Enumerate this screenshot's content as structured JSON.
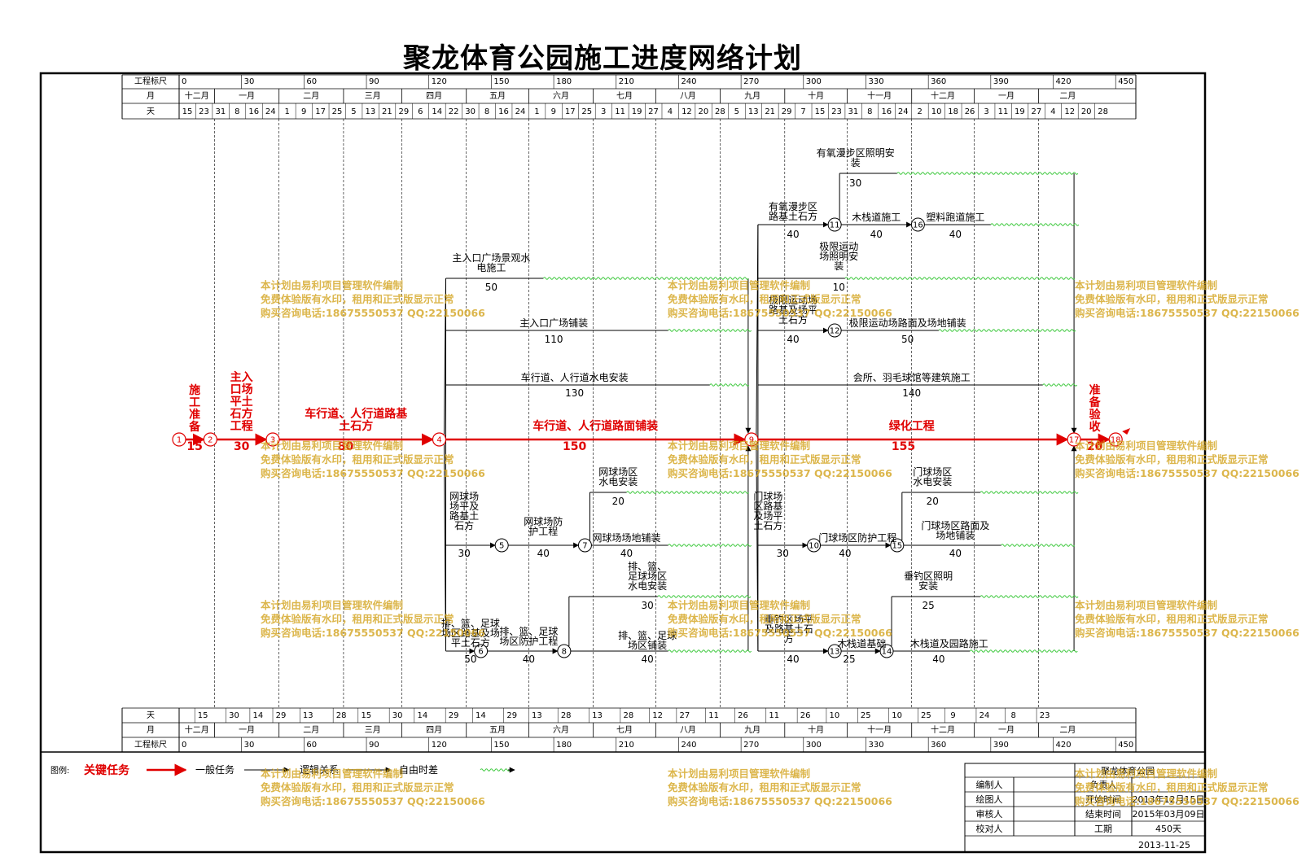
{
  "title": "聚龙体育公园施工进度网络计划",
  "header": {
    "scale_label": "工程标尺",
    "month_label": "月",
    "day_label": "天",
    "scale_ticks": [
      [
        "0",
        0
      ],
      [
        "30",
        30
      ],
      [
        "60",
        60
      ],
      [
        "90",
        90
      ],
      [
        "120",
        120
      ],
      [
        "150",
        150
      ],
      [
        "180",
        180
      ],
      [
        "210",
        210
      ],
      [
        "240",
        240
      ],
      [
        "270",
        270
      ],
      [
        "300",
        300
      ],
      [
        "330",
        330
      ],
      [
        "360",
        360
      ],
      [
        "390",
        390
      ],
      [
        "420",
        420
      ],
      [
        "450",
        450
      ]
    ],
    "months": [
      [
        "十二月",
        0,
        17
      ],
      [
        "一月",
        17,
        48
      ],
      [
        "二月",
        48,
        79
      ],
      [
        "三月",
        79,
        107
      ],
      [
        "四月",
        107,
        138
      ],
      [
        "五月",
        138,
        168
      ],
      [
        "六月",
        168,
        199
      ],
      [
        "七月",
        199,
        229
      ],
      [
        "八月",
        229,
        260
      ],
      [
        "九月",
        260,
        291
      ],
      [
        "十月",
        291,
        321
      ],
      [
        "十一月",
        321,
        352
      ],
      [
        "十二月",
        352,
        382
      ],
      [
        "一月",
        382,
        413
      ],
      [
        "二月",
        413,
        441
      ]
    ],
    "top_days": [
      [
        "15",
        0
      ],
      [
        "23",
        8
      ],
      [
        "31",
        16
      ],
      [
        "8",
        24
      ],
      [
        "16",
        32
      ],
      [
        "24",
        40
      ],
      [
        "1",
        48
      ],
      [
        "9",
        56
      ],
      [
        "17",
        64
      ],
      [
        "25",
        72
      ],
      [
        "5",
        80
      ],
      [
        "13",
        88
      ],
      [
        "21",
        96
      ],
      [
        "29",
        104
      ],
      [
        "6",
        112
      ],
      [
        "14",
        120
      ],
      [
        "22",
        128
      ],
      [
        "30",
        136
      ],
      [
        "8",
        144
      ],
      [
        "16",
        152
      ],
      [
        "24",
        160
      ],
      [
        "1",
        168
      ],
      [
        "9",
        176
      ],
      [
        "17",
        184
      ],
      [
        "25",
        192
      ],
      [
        "3",
        200
      ],
      [
        "11",
        208
      ],
      [
        "19",
        216
      ],
      [
        "27",
        224
      ],
      [
        "4",
        232
      ],
      [
        "12",
        240
      ],
      [
        "20",
        248
      ],
      [
        "28",
        256
      ],
      [
        "5",
        264
      ],
      [
        "13",
        272
      ],
      [
        "21",
        280
      ],
      [
        "29",
        288
      ],
      [
        "7",
        296
      ],
      [
        "15",
        304
      ],
      [
        "23",
        312
      ],
      [
        "31",
        320
      ],
      [
        "8",
        328
      ],
      [
        "16",
        336
      ],
      [
        "24",
        344
      ],
      [
        "2",
        352
      ],
      [
        "10",
        360
      ],
      [
        "18",
        368
      ],
      [
        "26",
        376
      ],
      [
        "3",
        384
      ],
      [
        "11",
        392
      ],
      [
        "19",
        400
      ],
      [
        "27",
        408
      ],
      [
        "4",
        416
      ],
      [
        "12",
        424
      ],
      [
        "20",
        432
      ],
      [
        "28",
        440
      ]
    ],
    "bottom_days": [
      [
        "15",
        7.5
      ],
      [
        "30",
        22.5
      ],
      [
        "14",
        34
      ],
      [
        "29",
        45
      ],
      [
        "13",
        58
      ],
      [
        "28",
        74
      ],
      [
        "15",
        86
      ],
      [
        "30",
        101
      ],
      [
        "14",
        113
      ],
      [
        "29",
        128
      ],
      [
        "14",
        141
      ],
      [
        "29",
        156
      ],
      [
        "13",
        168
      ],
      [
        "28",
        182
      ],
      [
        "13",
        197
      ],
      [
        "28",
        212
      ],
      [
        "12",
        226
      ],
      [
        "27",
        239
      ],
      [
        "11",
        253
      ],
      [
        "26",
        267
      ],
      [
        "11",
        282
      ],
      [
        "26",
        297
      ],
      [
        "10",
        311
      ],
      [
        "25",
        326
      ],
      [
        "10",
        341
      ],
      [
        "25",
        355
      ],
      [
        "9",
        368
      ],
      [
        "24",
        383
      ],
      [
        "8",
        397
      ],
      [
        "23",
        412
      ]
    ]
  },
  "diagram": {
    "nodes": [
      {
        "id": "1",
        "day": 0,
        "row": "crit"
      },
      {
        "id": "2",
        "day": 15,
        "row": "crit"
      },
      {
        "id": "3",
        "day": 45,
        "row": "crit"
      },
      {
        "id": "4",
        "day": 125,
        "row": "crit"
      },
      {
        "id": "9",
        "day": 275,
        "row": "crit"
      },
      {
        "id": "17",
        "day": 430,
        "row": "crit"
      },
      {
        "id": "18",
        "day": 450,
        "row": "crit"
      },
      {
        "id": "5",
        "day": 155,
        "row": "r1"
      },
      {
        "id": "7",
        "day": 195,
        "row": "r1"
      },
      {
        "id": "6",
        "day": 145,
        "row": "r2"
      },
      {
        "id": "8",
        "day": 185,
        "row": "r2"
      },
      {
        "id": "11",
        "day": 315,
        "row": "u1"
      },
      {
        "id": "16",
        "day": 355,
        "row": "u1"
      },
      {
        "id": "12",
        "day": 315,
        "row": "u2"
      },
      {
        "id": "10",
        "day": 305,
        "row": "r1"
      },
      {
        "id": "15",
        "day": 345,
        "row": "r1"
      },
      {
        "id": "13",
        "day": 315,
        "row": "r2"
      },
      {
        "id": "14",
        "day": 340,
        "row": "r2"
      }
    ],
    "critical": [
      {
        "from": 0,
        "to": 15,
        "name": "施工准备",
        "dur": "15"
      },
      {
        "from": 15,
        "to": 45,
        "name": "主入口场平土石方工程",
        "dur": "30"
      },
      {
        "from": 45,
        "to": 125,
        "name": "车行道、人行道路基土石方",
        "dur": "80"
      },
      {
        "from": 125,
        "to": 275,
        "name": "车行道、人行道路面铺装",
        "dur": "150"
      },
      {
        "from": 275,
        "to": 430,
        "name": "绿化工程",
        "dur": "155"
      },
      {
        "from": 430,
        "to": 450,
        "name": "准备验收",
        "dur": "20"
      }
    ],
    "tasks": [
      {
        "name": "主入口广场景观水电施工",
        "dur": "50"
      },
      {
        "name": "主入口广场铺装",
        "dur": "110"
      },
      {
        "name": "车行道、人行道水电安装",
        "dur": "130"
      },
      {
        "name": "网球场场平及路基土石方",
        "dur": "30"
      },
      {
        "name": "网球场防护工程",
        "dur": "40"
      },
      {
        "name": "网球场区水电安装",
        "dur": "20"
      },
      {
        "name": "网球场场地铺装",
        "dur": "40"
      },
      {
        "name": "排、篮、足球场区路基及场平土石方",
        "dur": "50"
      },
      {
        "name": "排、篮、足球场区防护工程",
        "dur": "40"
      },
      {
        "name": "排、篮、足球场区水电安装",
        "dur": "30"
      },
      {
        "name": "排、篮、足球场区铺装",
        "dur": "40"
      },
      {
        "name": "有氧漫步区照明安装",
        "dur": "30"
      },
      {
        "name": "有氧漫步区路基土石方",
        "dur": "40"
      },
      {
        "name": "木栈道施工",
        "dur": "40"
      },
      {
        "name": "塑料跑道施工",
        "dur": "40"
      },
      {
        "name": "极限运动场照明安装",
        "dur": "10"
      },
      {
        "name": "极限运动场路基及场平土石方",
        "dur": "40"
      },
      {
        "name": "极限运动场路面及场地铺装",
        "dur": "50"
      },
      {
        "name": "会所、羽毛球馆等建筑施工",
        "dur": "140"
      },
      {
        "name": "门球场区路基及场平土石方",
        "dur": "30"
      },
      {
        "name": "门球场区防护工程",
        "dur": "40"
      },
      {
        "name": "门球场区水电安装",
        "dur": "20"
      },
      {
        "name": "门球场区路面及场地铺装",
        "dur": "40"
      },
      {
        "name": "垂钓区场平及路基土石方",
        "dur": "40"
      },
      {
        "name": "木栈道基础",
        "dur": "25"
      },
      {
        "name": "垂钓区照明安装",
        "dur": "25"
      },
      {
        "name": "木栈道及园路施工",
        "dur": "40"
      }
    ]
  },
  "legend": {
    "label": "图例:",
    "critical": "关键任务",
    "general": "一般任务",
    "logic": "逻辑关系",
    "float": "自由时差"
  },
  "titleblock": {
    "project": "聚龙体育公园",
    "rows": [
      [
        "编制人",
        "负责人",
        ""
      ],
      [
        "绘图人",
        "开始时间",
        "2013年12月15日"
      ],
      [
        "审核人",
        "结束时间",
        "2015年03月09日"
      ],
      [
        "校对人",
        "工期",
        "450天"
      ]
    ],
    "date": "2013-11-25"
  },
  "watermark": [
    "本计划由易利项目管理软件编制",
    "免费体验版有水印，租用和正式版显示正常",
    "购买咨询电话:18675550537 QQ:22150066"
  ],
  "colors": {
    "critical": "#e00000",
    "float": "#3cc83c",
    "watermark": "#d4a520"
  }
}
